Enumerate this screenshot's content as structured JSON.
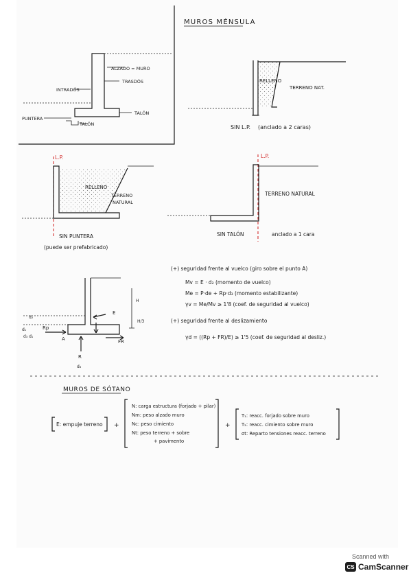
{
  "section1": {
    "title": "MUROS MÉNSULA",
    "diagram_a": {
      "labels": [
        "ALZADO = MURO",
        "TRASDÓS",
        "INTRADÓS",
        "PUNTERA",
        "TALÓN",
        "TALÓN"
      ]
    },
    "diagram_b": {
      "labels": [
        "RELLENO",
        "TERRENO NAT."
      ],
      "caption_main": "SIN L.P.",
      "caption_note": "(anclado a 2 caras)"
    },
    "diagram_c": {
      "lp": "L.P.",
      "labels": [
        "RELLENO",
        "TERRENO",
        "NATURAL"
      ],
      "caption_main": "SIN PUNTERA",
      "caption_note": "(puede ser prefabricado)"
    },
    "diagram_d": {
      "lp": "L.P.",
      "labels": [
        "TERRENO NATURAL"
      ],
      "caption_main": "SIN TALÓN",
      "caption_note": "anclado a 1 cara"
    }
  },
  "stability": {
    "heading1": "(+) seguridad frente al vuelco (giro sobre el punto A)",
    "eq1": "Mv = E · d₂   (momento de vuelco)",
    "eq2": "Me = P·de + Rp·d₃ (momento estabilizante)",
    "eq3": "γv = Me/Mv ≥ 1'8   (coef. de seguridad al vuelco)",
    "heading2": "(+) seguridad frente al deslizamiento",
    "eq4": "γd = ((Rp + FR)/E) ≥ 1'5  (coef. de seguridad al desliz.)",
    "diagram_labels": {
      "E": "E",
      "Rp": "Rp",
      "A": "A",
      "FR": "FR",
      "R": "R",
      "d1": "d₁",
      "d2": "d₂",
      "d3": "d₃",
      "H": "H",
      "H3": "H/3",
      "dz": "d₃ d₁"
    }
  },
  "section2": {
    "title": "MUROS DE SÓTANO",
    "left_bracket": "E: empuje terreno",
    "plus1": "+",
    "loads": [
      "N: carga estructura (forjado + pilar)",
      "Nm: peso alzado muro",
      "Nc: peso cimiento",
      "Nt: peso terreno + sobre",
      "+ pavimento"
    ],
    "plus2": "+",
    "reactions": [
      "T₁: reacc. forjado sobre muro",
      "T₂: reacc. cimiento sobre muro",
      "σt: Reparto tensiones reacc. terreno"
    ]
  },
  "watermark": {
    "line1": "Scanned with",
    "logo": "CS",
    "brand": "CamScanner"
  }
}
